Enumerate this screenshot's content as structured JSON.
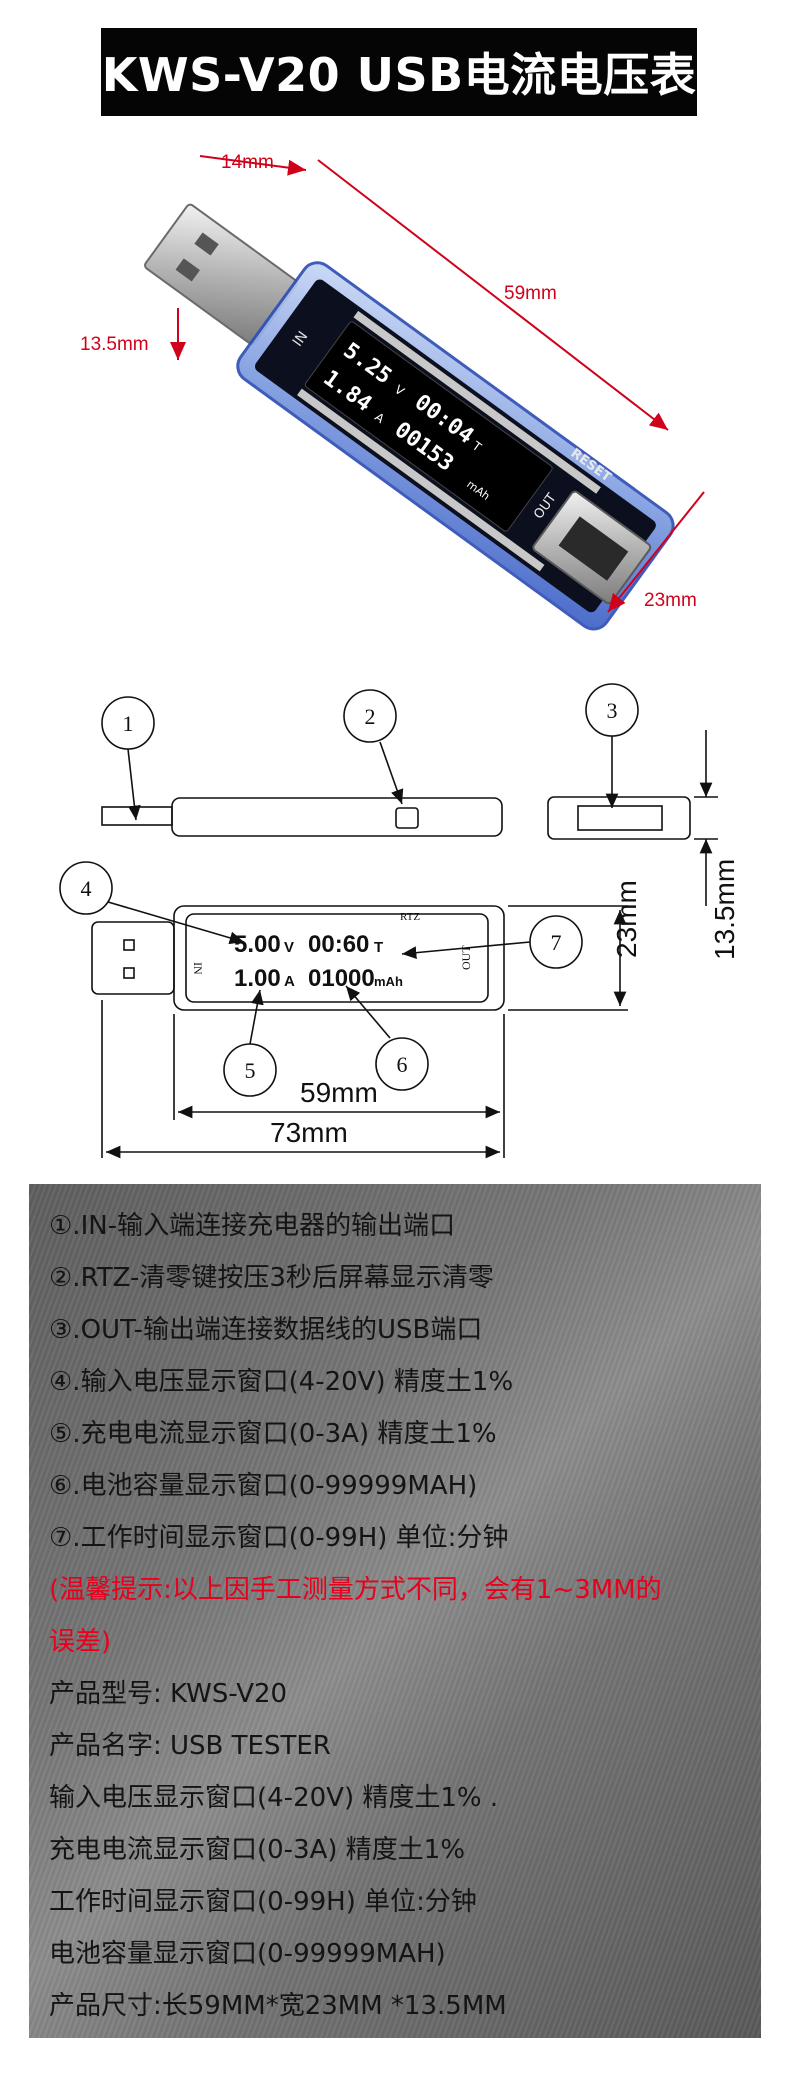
{
  "title": "KWS-V20 USB电流电压表",
  "photo": {
    "dims": {
      "width_top": "14mm",
      "length": "59mm",
      "height": "13.5mm",
      "width_out": "23mm"
    },
    "display": {
      "voltage": "5.25",
      "voltage_unit": "V",
      "time": "00:04",
      "time_unit": "T",
      "current": "1.84",
      "current_unit": "A",
      "capacity": "00153",
      "capacity_unit": "mAh"
    },
    "port_in": "IN",
    "port_out": "OUT",
    "reset": "RESET"
  },
  "drawing": {
    "callouts": [
      "1",
      "2",
      "3",
      "4",
      "5",
      "6",
      "7"
    ],
    "display": {
      "voltage": "5.00",
      "voltage_unit": "V",
      "time": "00:60",
      "time_unit": "T",
      "current": "1.00",
      "current_unit": "A",
      "capacity": "01000",
      "capacity_unit": "mAh"
    },
    "rtz": "RTZ",
    "port_in": "IN",
    "port_out": "OUT",
    "dim_height": "23mm",
    "dim_thickness": "13.5mm",
    "dim_body": "59mm",
    "dim_total": "73mm"
  },
  "info": {
    "lines": [
      "①.IN-输入端连接充电器的输出端口",
      "②.RTZ-清零键按压3秒后屏幕显示清零",
      "③.OUT-输出端连接数据线的USB端口",
      "④.输入电压显示窗口(4-20V) 精度土1%",
      "⑤.充电电流显示窗口(0-3A) 精度土1%",
      "⑥.电池容量显示窗口(0-99999MAH)",
      "⑦.工作时间显示窗口(0-99H) 单位:分钟"
    ],
    "warning_lines": [
      "(温馨提示:以上因手工测量方式不同，会有1~3MM的",
      "误差)"
    ],
    "specs": [
      "产品型号: KWS-V20",
      "产品名字: USB TESTER",
      "输入电压显示窗口(4-20V) 精度土1% .",
      "充电电流显示窗口(0-3A) 精度土1%",
      "工作时间显示窗口(0-99H) 单位:分钟",
      "电池容量显示窗口(0-99999MAH)",
      "产品尺寸:长59MM*宽23MM *13.5MM"
    ]
  }
}
